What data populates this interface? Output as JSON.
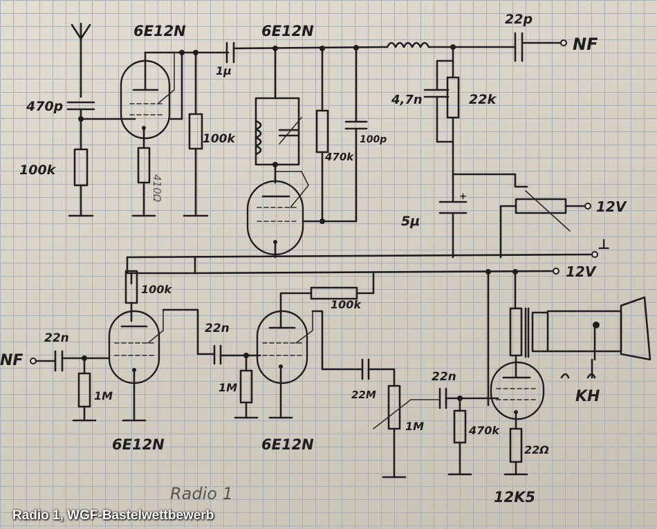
{
  "caption": "Radio 1, WGF-Bastelwettbewerb",
  "diagram": {
    "title_note": "Radio 1",
    "tubes": [
      "6E12N",
      "6E12N",
      "6E12N",
      "6E12N",
      "12K5"
    ],
    "components": {
      "ant_cap": "470p",
      "grid_leak": "100k",
      "cathode_r": "410Ω",
      "anode_r": "100k",
      "coupling_cap": "1μ",
      "tank_r": "470k",
      "tank_c": "100p",
      "filter_c": "4,7n",
      "filter_r": "22k",
      "out_cap": "22p",
      "elko": "5μ",
      "elko_plus": "+",
      "a_in_cap": "22n",
      "a_grid_r": "1M",
      "a_anode_r": "100k",
      "a_couple2": "22n",
      "a_grid2_r": "1M",
      "a_fb_r": "100k",
      "a_couple3": "22M",
      "vol_pot": "1M",
      "a_couple4": "22n",
      "a_grid3_r": "470k",
      "a_cath_r": "22Ω"
    },
    "terminals": {
      "nf_out": "NF",
      "nf_in": "NF",
      "v12_a": "12V",
      "v12_b": "12V",
      "ground": "⊥",
      "kh": "KH"
    }
  }
}
